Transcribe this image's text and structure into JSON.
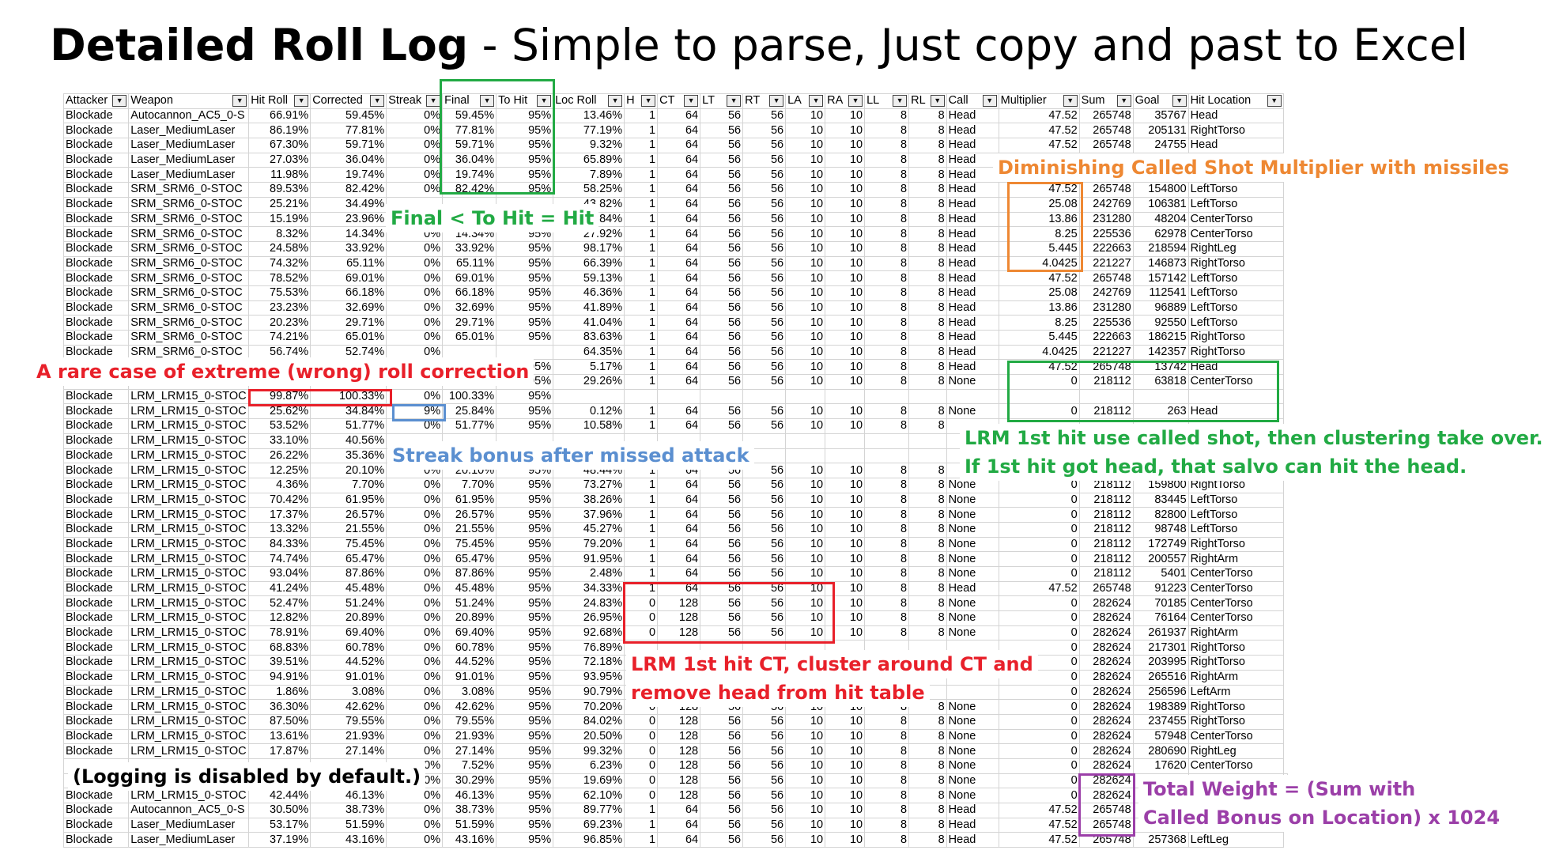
{
  "title": {
    "bold": "Detailed Roll Log",
    "rest": " - Simple to parse, Just copy and past to Excel"
  },
  "headers": [
    "Attacker",
    "Weapon",
    "Hit Roll",
    "Corrected",
    "Streak",
    "Final",
    "To Hit",
    "Loc Roll",
    "H",
    "CT",
    "LT",
    "RT",
    "LA",
    "RA",
    "LL",
    "RL",
    "Call",
    "Multiplier",
    "Sum",
    "Goal",
    "Hit Location"
  ],
  "rows": [
    [
      "Blockade",
      "Autocannon_AC5_0-S",
      "66.91%",
      "59.45%",
      "0%",
      "59.45%",
      "95%",
      "13.46%",
      "1",
      "64",
      "56",
      "56",
      "10",
      "10",
      "8",
      "8",
      "Head",
      "47.52",
      "265748",
      "35767",
      "Head"
    ],
    [
      "Blockade",
      "Laser_MediumLaser",
      "86.19%",
      "77.81%",
      "0%",
      "77.81%",
      "95%",
      "77.19%",
      "1",
      "64",
      "56",
      "56",
      "10",
      "10",
      "8",
      "8",
      "Head",
      "47.52",
      "265748",
      "205131",
      "RightTorso"
    ],
    [
      "Blockade",
      "Laser_MediumLaser",
      "67.30%",
      "59.71%",
      "0%",
      "59.71%",
      "95%",
      "9.32%",
      "1",
      "64",
      "56",
      "56",
      "10",
      "10",
      "8",
      "8",
      "Head",
      "47.52",
      "265748",
      "24755",
      "Head"
    ],
    [
      "Blockade",
      "Laser_MediumLaser",
      "27.03%",
      "36.04%",
      "0%",
      "36.04%",
      "95%",
      "65.89%",
      "1",
      "64",
      "56",
      "56",
      "10",
      "10",
      "8",
      "8",
      "Head",
      "",
      "",
      "",
      ""
    ],
    [
      "Blockade",
      "Laser_MediumLaser",
      "11.98%",
      "19.74%",
      "0%",
      "19.74%",
      "95%",
      "7.89%",
      "1",
      "64",
      "56",
      "56",
      "10",
      "10",
      "8",
      "8",
      "Head",
      "",
      "",
      "",
      ""
    ],
    [
      "Blockade",
      "SRM_SRM6_0-STOC",
      "89.53%",
      "82.42%",
      "0%",
      "82.42%",
      "95%",
      "58.25%",
      "1",
      "64",
      "56",
      "56",
      "10",
      "10",
      "8",
      "8",
      "Head",
      "47.52",
      "265748",
      "154800",
      "LeftTorso"
    ],
    [
      "Blockade",
      "SRM_SRM6_0-STOC",
      "25.21%",
      "34.49%",
      "",
      "",
      "",
      "43.82%",
      "1",
      "64",
      "56",
      "56",
      "10",
      "10",
      "8",
      "8",
      "Head",
      "25.08",
      "242769",
      "106381",
      "LeftTorso"
    ],
    [
      "Blockade",
      "SRM_SRM6_0-STOC",
      "15.19%",
      "23.96%",
      "",
      "",
      "",
      "20.84%",
      "1",
      "64",
      "56",
      "56",
      "10",
      "10",
      "8",
      "8",
      "Head",
      "13.86",
      "231280",
      "48204",
      "CenterTorso"
    ],
    [
      "Blockade",
      "SRM_SRM6_0-STOC",
      "8.32%",
      "14.34%",
      "0%",
      "14.34%",
      "95%",
      "27.92%",
      "1",
      "64",
      "56",
      "56",
      "10",
      "10",
      "8",
      "8",
      "Head",
      "8.25",
      "225536",
      "62978",
      "CenterTorso"
    ],
    [
      "Blockade",
      "SRM_SRM6_0-STOC",
      "24.58%",
      "33.92%",
      "0%",
      "33.92%",
      "95%",
      "98.17%",
      "1",
      "64",
      "56",
      "56",
      "10",
      "10",
      "8",
      "8",
      "Head",
      "5.445",
      "222663",
      "218594",
      "RightLeg"
    ],
    [
      "Blockade",
      "SRM_SRM6_0-STOC",
      "74.32%",
      "65.11%",
      "0%",
      "65.11%",
      "95%",
      "66.39%",
      "1",
      "64",
      "56",
      "56",
      "10",
      "10",
      "8",
      "8",
      "Head",
      "4.0425",
      "221227",
      "146873",
      "RightTorso"
    ],
    [
      "Blockade",
      "SRM_SRM6_0-STOC",
      "78.52%",
      "69.01%",
      "0%",
      "69.01%",
      "95%",
      "59.13%",
      "1",
      "64",
      "56",
      "56",
      "10",
      "10",
      "8",
      "8",
      "Head",
      "47.52",
      "265748",
      "157142",
      "LeftTorso"
    ],
    [
      "Blockade",
      "SRM_SRM6_0-STOC",
      "75.53%",
      "66.18%",
      "0%",
      "66.18%",
      "95%",
      "46.36%",
      "1",
      "64",
      "56",
      "56",
      "10",
      "10",
      "8",
      "8",
      "Head",
      "25.08",
      "242769",
      "112541",
      "LeftTorso"
    ],
    [
      "Blockade",
      "SRM_SRM6_0-STOC",
      "23.23%",
      "32.69%",
      "0%",
      "32.69%",
      "95%",
      "41.89%",
      "1",
      "64",
      "56",
      "56",
      "10",
      "10",
      "8",
      "8",
      "Head",
      "13.86",
      "231280",
      "96889",
      "LeftTorso"
    ],
    [
      "Blockade",
      "SRM_SRM6_0-STOC",
      "20.23%",
      "29.71%",
      "0%",
      "29.71%",
      "95%",
      "41.04%",
      "1",
      "64",
      "56",
      "56",
      "10",
      "10",
      "8",
      "8",
      "Head",
      "8.25",
      "225536",
      "92550",
      "LeftTorso"
    ],
    [
      "Blockade",
      "SRM_SRM6_0-STOC",
      "74.21%",
      "65.01%",
      "0%",
      "65.01%",
      "95%",
      "83.63%",
      "1",
      "64",
      "56",
      "56",
      "10",
      "10",
      "8",
      "8",
      "Head",
      "5.445",
      "222663",
      "186215",
      "RightTorso"
    ],
    [
      "Blockade",
      "SRM_SRM6_0-STOC",
      "56.74%",
      "52.74%",
      "0%",
      "",
      "",
      "64.35%",
      "1",
      "64",
      "56",
      "56",
      "10",
      "10",
      "8",
      "8",
      "Head",
      "4.0425",
      "221227",
      "142357",
      "RightTorso"
    ],
    [
      "",
      "",
      "",
      "",
      "",
      "",
      "95%",
      "5.17%",
      "1",
      "64",
      "56",
      "56",
      "10",
      "10",
      "8",
      "8",
      "Head",
      "47.52",
      "265748",
      "13742",
      "Head"
    ],
    [
      "",
      "",
      "",
      "",
      "",
      "",
      "95%",
      "29.26%",
      "1",
      "64",
      "56",
      "56",
      "10",
      "10",
      "8",
      "8",
      "None",
      "0",
      "218112",
      "63818",
      "CenterTorso"
    ],
    [
      "Blockade",
      "LRM_LRM15_0-STOC",
      "99.87%",
      "100.33%",
      "0%",
      "100.33%",
      "95%",
      "",
      "",
      "",
      "",
      "",
      "",
      "",
      "",
      "",
      "",
      "",
      "",
      "",
      ""
    ],
    [
      "Blockade",
      "LRM_LRM15_0-STOC",
      "25.62%",
      "34.84%",
      "9%",
      "25.84%",
      "95%",
      "0.12%",
      "1",
      "64",
      "56",
      "56",
      "10",
      "10",
      "8",
      "8",
      "None",
      "0",
      "218112",
      "263",
      "Head"
    ],
    [
      "Blockade",
      "LRM_LRM15_0-STOC",
      "53.52%",
      "51.77%",
      "0%",
      "51.77%",
      "95%",
      "10.58%",
      "1",
      "64",
      "56",
      "56",
      "10",
      "10",
      "8",
      "8",
      "",
      "",
      "",
      "",
      ""
    ],
    [
      "Blockade",
      "LRM_LRM15_0-STOC",
      "33.10%",
      "40.56%",
      "",
      "",
      "",
      "",
      "",
      "",
      "",
      "",
      "",
      "",
      "",
      "",
      "",
      "",
      "",
      "",
      ""
    ],
    [
      "Blockade",
      "LRM_LRM15_0-STOC",
      "26.22%",
      "35.36%",
      "",
      "",
      "",
      "",
      "",
      "",
      "",
      "",
      "",
      "",
      "",
      "",
      "",
      "",
      "",
      "",
      ""
    ],
    [
      "Blockade",
      "LRM_LRM15_0-STOC",
      "12.25%",
      "20.10%",
      "0%",
      "20.10%",
      "95%",
      "48.44%",
      "1",
      "64",
      "56",
      "56",
      "10",
      "10",
      "8",
      "8",
      "",
      "",
      "",
      "",
      ""
    ],
    [
      "Blockade",
      "LRM_LRM15_0-STOC",
      "4.36%",
      "7.70%",
      "0%",
      "7.70%",
      "95%",
      "73.27%",
      "1",
      "64",
      "56",
      "56",
      "10",
      "10",
      "8",
      "8",
      "None",
      "0",
      "218112",
      "159800",
      "RightTorso"
    ],
    [
      "Blockade",
      "LRM_LRM15_0-STOC",
      "70.42%",
      "61.95%",
      "0%",
      "61.95%",
      "95%",
      "38.26%",
      "1",
      "64",
      "56",
      "56",
      "10",
      "10",
      "8",
      "8",
      "None",
      "0",
      "218112",
      "83445",
      "LeftTorso"
    ],
    [
      "Blockade",
      "LRM_LRM15_0-STOC",
      "17.37%",
      "26.57%",
      "0%",
      "26.57%",
      "95%",
      "37.96%",
      "1",
      "64",
      "56",
      "56",
      "10",
      "10",
      "8",
      "8",
      "None",
      "0",
      "218112",
      "82800",
      "LeftTorso"
    ],
    [
      "Blockade",
      "LRM_LRM15_0-STOC",
      "13.32%",
      "21.55%",
      "0%",
      "21.55%",
      "95%",
      "45.27%",
      "1",
      "64",
      "56",
      "56",
      "10",
      "10",
      "8",
      "8",
      "None",
      "0",
      "218112",
      "98748",
      "LeftTorso"
    ],
    [
      "Blockade",
      "LRM_LRM15_0-STOC",
      "84.33%",
      "75.45%",
      "0%",
      "75.45%",
      "95%",
      "79.20%",
      "1",
      "64",
      "56",
      "56",
      "10",
      "10",
      "8",
      "8",
      "None",
      "0",
      "218112",
      "172749",
      "RightTorso"
    ],
    [
      "Blockade",
      "LRM_LRM15_0-STOC",
      "74.74%",
      "65.47%",
      "0%",
      "65.47%",
      "95%",
      "91.95%",
      "1",
      "64",
      "56",
      "56",
      "10",
      "10",
      "8",
      "8",
      "None",
      "0",
      "218112",
      "200557",
      "RightArm"
    ],
    [
      "Blockade",
      "LRM_LRM15_0-STOC",
      "93.04%",
      "87.86%",
      "0%",
      "87.86%",
      "95%",
      "2.48%",
      "1",
      "64",
      "56",
      "56",
      "10",
      "10",
      "8",
      "8",
      "None",
      "0",
      "218112",
      "5401",
      "CenterTorso"
    ],
    [
      "Blockade",
      "LRM_LRM15_0-STOC",
      "41.24%",
      "45.48%",
      "0%",
      "45.48%",
      "95%",
      "34.33%",
      "1",
      "64",
      "56",
      "56",
      "10",
      "10",
      "8",
      "8",
      "Head",
      "47.52",
      "265748",
      "91223",
      "CenterTorso"
    ],
    [
      "Blockade",
      "LRM_LRM15_0-STOC",
      "52.47%",
      "51.24%",
      "0%",
      "51.24%",
      "95%",
      "24.83%",
      "0",
      "128",
      "56",
      "56",
      "10",
      "10",
      "8",
      "8",
      "None",
      "0",
      "282624",
      "70185",
      "CenterTorso"
    ],
    [
      "Blockade",
      "LRM_LRM15_0-STOC",
      "12.82%",
      "20.89%",
      "0%",
      "20.89%",
      "95%",
      "26.95%",
      "0",
      "128",
      "56",
      "56",
      "10",
      "10",
      "8",
      "8",
      "None",
      "0",
      "282624",
      "76164",
      "CenterTorso"
    ],
    [
      "Blockade",
      "LRM_LRM15_0-STOC",
      "78.91%",
      "69.40%",
      "0%",
      "69.40%",
      "95%",
      "92.68%",
      "0",
      "128",
      "56",
      "56",
      "10",
      "10",
      "8",
      "8",
      "None",
      "0",
      "282624",
      "261937",
      "RightArm"
    ],
    [
      "Blockade",
      "LRM_LRM15_0-STOC",
      "68.83%",
      "60.78%",
      "0%",
      "60.78%",
      "95%",
      "76.89%",
      "",
      "",
      "",
      "",
      "",
      "",
      "",
      "",
      "",
      "0",
      "282624",
      "217301",
      "RightTorso"
    ],
    [
      "Blockade",
      "LRM_LRM15_0-STOC",
      "39.51%",
      "44.52%",
      "0%",
      "44.52%",
      "95%",
      "72.18%",
      "",
      "",
      "",
      "",
      "",
      "",
      "",
      "",
      "",
      "0",
      "282624",
      "203995",
      "RightTorso"
    ],
    [
      "Blockade",
      "LRM_LRM15_0-STOC",
      "94.91%",
      "91.01%",
      "0%",
      "91.01%",
      "95%",
      "93.95%",
      "",
      "",
      "",
      "",
      "",
      "",
      "",
      "",
      "",
      "0",
      "282624",
      "265516",
      "RightArm"
    ],
    [
      "Blockade",
      "LRM_LRM15_0-STOC",
      "1.86%",
      "3.08%",
      "0%",
      "3.08%",
      "95%",
      "90.79%",
      "",
      "",
      "",
      "",
      "",
      "",
      "",
      "",
      "",
      "0",
      "282624",
      "256596",
      "LeftArm"
    ],
    [
      "Blockade",
      "LRM_LRM15_0-STOC",
      "36.30%",
      "42.62%",
      "0%",
      "42.62%",
      "95%",
      "70.20%",
      "0",
      "128",
      "56",
      "56",
      "10",
      "10",
      "8",
      "8",
      "None",
      "0",
      "282624",
      "198389",
      "RightTorso"
    ],
    [
      "Blockade",
      "LRM_LRM15_0-STOC",
      "87.50%",
      "79.55%",
      "0%",
      "79.55%",
      "95%",
      "84.02%",
      "0",
      "128",
      "56",
      "56",
      "10",
      "10",
      "8",
      "8",
      "None",
      "0",
      "282624",
      "237455",
      "RightTorso"
    ],
    [
      "Blockade",
      "LRM_LRM15_0-STOC",
      "13.61%",
      "21.93%",
      "0%",
      "21.93%",
      "95%",
      "20.50%",
      "0",
      "128",
      "56",
      "56",
      "10",
      "10",
      "8",
      "8",
      "None",
      "0",
      "282624",
      "57948",
      "CenterTorso"
    ],
    [
      "Blockade",
      "LRM_LRM15_0-STOC",
      "17.87%",
      "27.14%",
      "0%",
      "27.14%",
      "95%",
      "99.32%",
      "0",
      "128",
      "56",
      "56",
      "10",
      "10",
      "8",
      "8",
      "None",
      "0",
      "282624",
      "280690",
      "RightLeg"
    ],
    [
      "",
      "",
      "",
      "",
      "0%",
      "7.52%",
      "95%",
      "6.23%",
      "0",
      "128",
      "56",
      "56",
      "10",
      "10",
      "8",
      "8",
      "None",
      "0",
      "282624",
      "17620",
      "CenterTorso"
    ],
    [
      "",
      "",
      "",
      "",
      "0%",
      "30.29%",
      "95%",
      "19.69%",
      "0",
      "128",
      "56",
      "56",
      "10",
      "10",
      "8",
      "8",
      "None",
      "0",
      "282624",
      "",
      "",
      ""
    ],
    [
      "Blockade",
      "LRM_LRM15_0-STOC",
      "42.44%",
      "46.13%",
      "0%",
      "46.13%",
      "95%",
      "62.10%",
      "0",
      "128",
      "56",
      "56",
      "10",
      "10",
      "8",
      "8",
      "None",
      "0",
      "282624",
      "",
      ""
    ],
    [
      "Blockade",
      "Autocannon_AC5_0-S",
      "30.50%",
      "38.73%",
      "0%",
      "38.73%",
      "95%",
      "89.77%",
      "1",
      "64",
      "56",
      "56",
      "10",
      "10",
      "8",
      "8",
      "Head",
      "47.52",
      "265748",
      "",
      ""
    ],
    [
      "Blockade",
      "Laser_MediumLaser",
      "53.17%",
      "51.59%",
      "0%",
      "51.59%",
      "95%",
      "69.23%",
      "1",
      "64",
      "56",
      "56",
      "10",
      "10",
      "8",
      "8",
      "Head",
      "47.52",
      "265748",
      "",
      ""
    ],
    [
      "Blockade",
      "Laser_MediumLaser",
      "37.19%",
      "43.16%",
      "0%",
      "43.16%",
      "95%",
      "96.85%",
      "1",
      "64",
      "56",
      "56",
      "10",
      "10",
      "8",
      "8",
      "Head",
      "47.52",
      "265748",
      "257368",
      "LeftLeg"
    ]
  ],
  "annotations": {
    "diminishing": "Diminishing Called Shot Multiplier with missiles",
    "final_hit": "Final < To Hit = Hit",
    "rare_case": "A rare case of extreme (wrong) roll correction",
    "streak": "Streak bonus after missed attack",
    "lrm_line1": "LRM 1st hit use called shot, then clustering take over.",
    "lrm_line2": "If 1st hit got head, that salvo can hit the head.",
    "cluster_line1": "LRM 1st hit CT, cluster around CT and",
    "cluster_line2": "remove head from hit table",
    "logging": "(Logging is disabled by default.)",
    "weight_line1": "Total Weight = (Sum with",
    "weight_line2": "Called Bonus on Location) x 1024"
  },
  "colors": {
    "green": "#22aa44",
    "orange": "#ee8833",
    "red": "#e8202a",
    "blue": "#5b8fd0",
    "purple": "#9b3fa8"
  }
}
